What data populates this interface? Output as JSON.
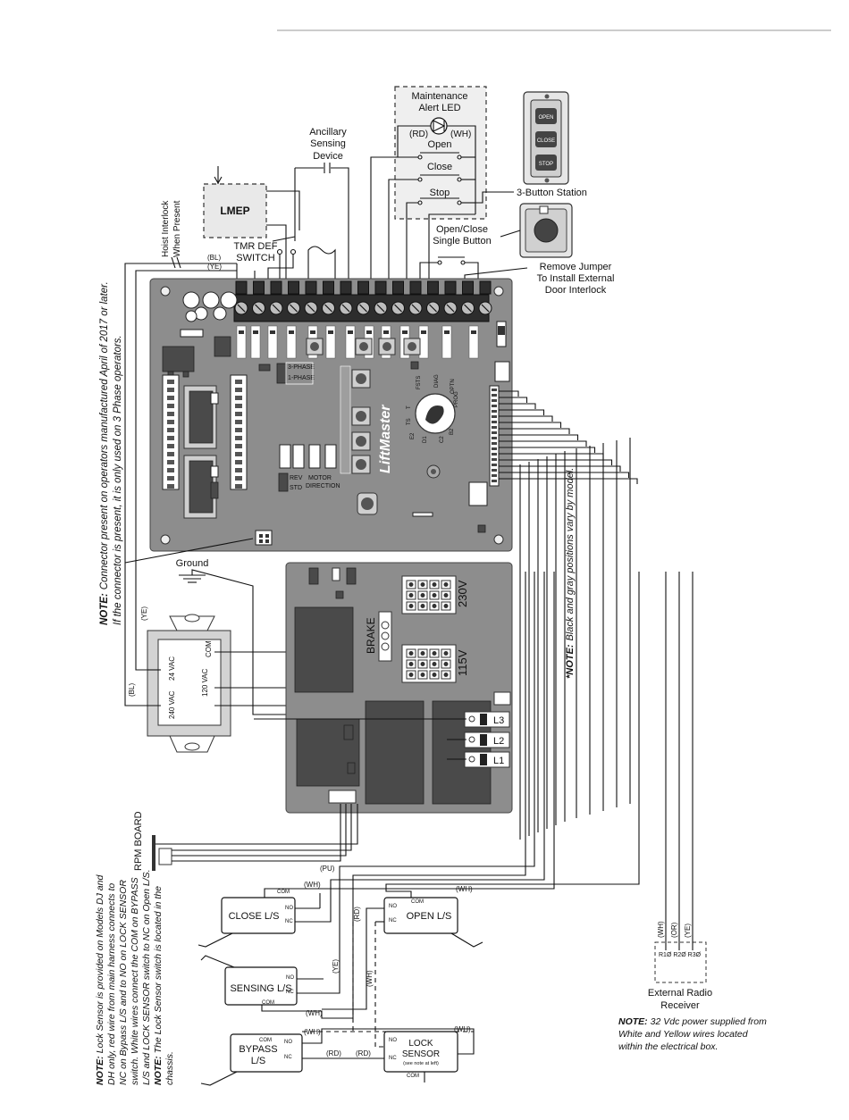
{
  "labels": {
    "maintenance_alert": [
      "Maintenance",
      "Alert LED"
    ],
    "rd": "(RD)",
    "wh": "(WH)",
    "open": "Open",
    "close": "Close",
    "stop": "Stop",
    "three_button_station": "3-Button Station",
    "station_buttons": [
      "OPEN",
      "CLOSE",
      "STOP"
    ],
    "ancillary": [
      "Ancillary",
      "Sensing",
      "Device"
    ],
    "lmep": "LMEP",
    "hoist_interlock": [
      "Hoist Interlock",
      "When Present"
    ],
    "tmr_def_switch": [
      "TMR DEF",
      "SWITCH"
    ],
    "bl": "(BL)",
    "ye": "(YE)",
    "open_close_single": [
      "Open/Close",
      "Single Button"
    ],
    "remove_jumper": [
      "Remove Jumper",
      "To Install External",
      "Door Interlock"
    ],
    "ground": "Ground",
    "brake": "BRAKE",
    "v230": "230V",
    "v115": "115V",
    "l3": "L3",
    "l2": "L2",
    "l1": "L1",
    "rpm_board": "RPM BOARD",
    "close_ls": "CLOSE L/S",
    "open_ls": "OPEN L/S",
    "sensing_ls": "SENSING L/S",
    "bypass_ls": [
      "BYPASS",
      "L/S"
    ],
    "lock_sensor": [
      "LOCK",
      "SENSOR",
      "(see note at left)"
    ],
    "com": "COM",
    "no": "NO",
    "nc": "NC",
    "pu": "(PU)",
    "or": "(OR)",
    "external_radio": [
      "External Radio",
      "Receiver"
    ],
    "r_terms": "R1Ø R2Ø R3Ø",
    "transformer": [
      "24 VAC",
      "120 VAC",
      "240 VAC"
    ],
    "phase": [
      "3-PHASE",
      "1-PHASE"
    ],
    "motor_direction": [
      "REV",
      "STD",
      "MOTOR",
      "DIRECTION"
    ],
    "dial_labels": [
      "FSTS",
      "DIAG",
      "OPTN",
      "PROG",
      "T",
      "TS",
      "E2",
      "D1",
      "C2",
      "B2"
    ],
    "liftmaster": "LiftMaster"
  },
  "notes": {
    "connector_note_bold": "NOTE:",
    "connector_note": "Connector present on operators manufactured April of 2017 or later.",
    "connector_note_2": "If the connector is present, it is only used on 3 Phase operators.",
    "black_gray_note_bold": "*NOTE:",
    "black_gray_note": "Black and gray positions vary by model.",
    "lock_note_bold": "NOTE:",
    "lock_note": [
      "Lock Sensor is provided on Models DJ and",
      "DH only, red wire from main harness connects to",
      "NC on Bypass L/S and to NO on LOCK SENSOR",
      "switch. White wires connect the COM on BYPASS",
      "L/S and LOCK SENSOR switch to NC on Open L/S."
    ],
    "lock_note2_bold": "NOTE:",
    "lock_note2": [
      "The Lock Sensor switch is located in the",
      "chassis."
    ],
    "power_note_bold": "NOTE:",
    "power_note": [
      "32 Vdc power supplied from",
      "White and Yellow wires located",
      "within the electrical box."
    ]
  }
}
